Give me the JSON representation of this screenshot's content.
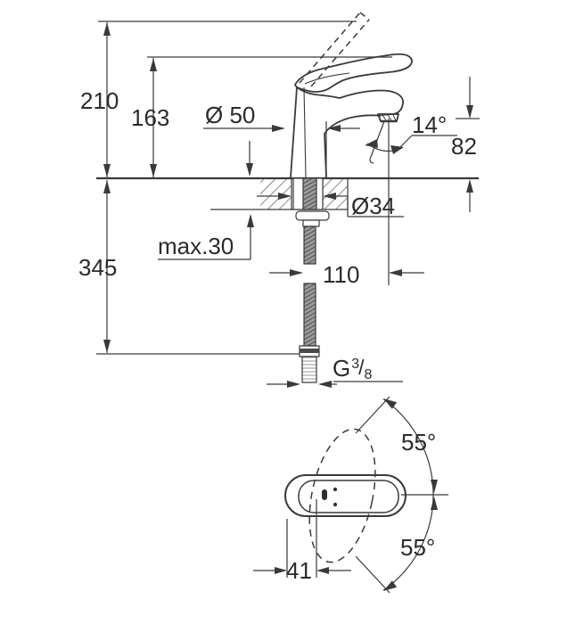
{
  "front_view": {
    "labels": {
      "overall_height": "210",
      "lever_height": "163",
      "base_diameter": "Ø 50",
      "stream_angle": "14°",
      "spout_height": "82",
      "hole_diameter": "Ø34",
      "max_deck_thickness": "max.30",
      "supply_length": "345",
      "spout_reach": "110",
      "thread_g": "G",
      "thread_numerator": "3",
      "thread_slash": "/",
      "thread_denominator": "8"
    }
  },
  "top_view": {
    "labels": {
      "swing_upper": "55°",
      "swing_lower": "55°",
      "lever_offset": "41"
    }
  },
  "colors": {
    "line": "#3a3a3a",
    "text": "#2b2b2b",
    "background": "#ffffff"
  }
}
